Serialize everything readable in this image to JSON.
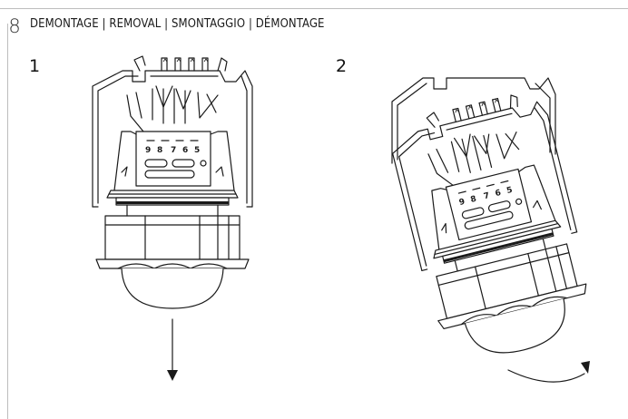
{
  "section": {
    "number": "8",
    "title": "DEMONTAGE | REMOVAL | SMONTAGGIO | DÉMONTAGE"
  },
  "steps": [
    {
      "label": "1",
      "action": "pull-down"
    },
    {
      "label": "2",
      "action": "tilt-rotate"
    }
  ],
  "figure": {
    "terminal_numbers": [
      "9",
      "8",
      "7",
      "6",
      "5"
    ]
  },
  "colors": {
    "line": "#1a1a1a",
    "rule": "#bdbdbd",
    "background": "#ffffff"
  },
  "icons": [
    "arrow-down-icon",
    "curved-arrow-icon"
  ]
}
